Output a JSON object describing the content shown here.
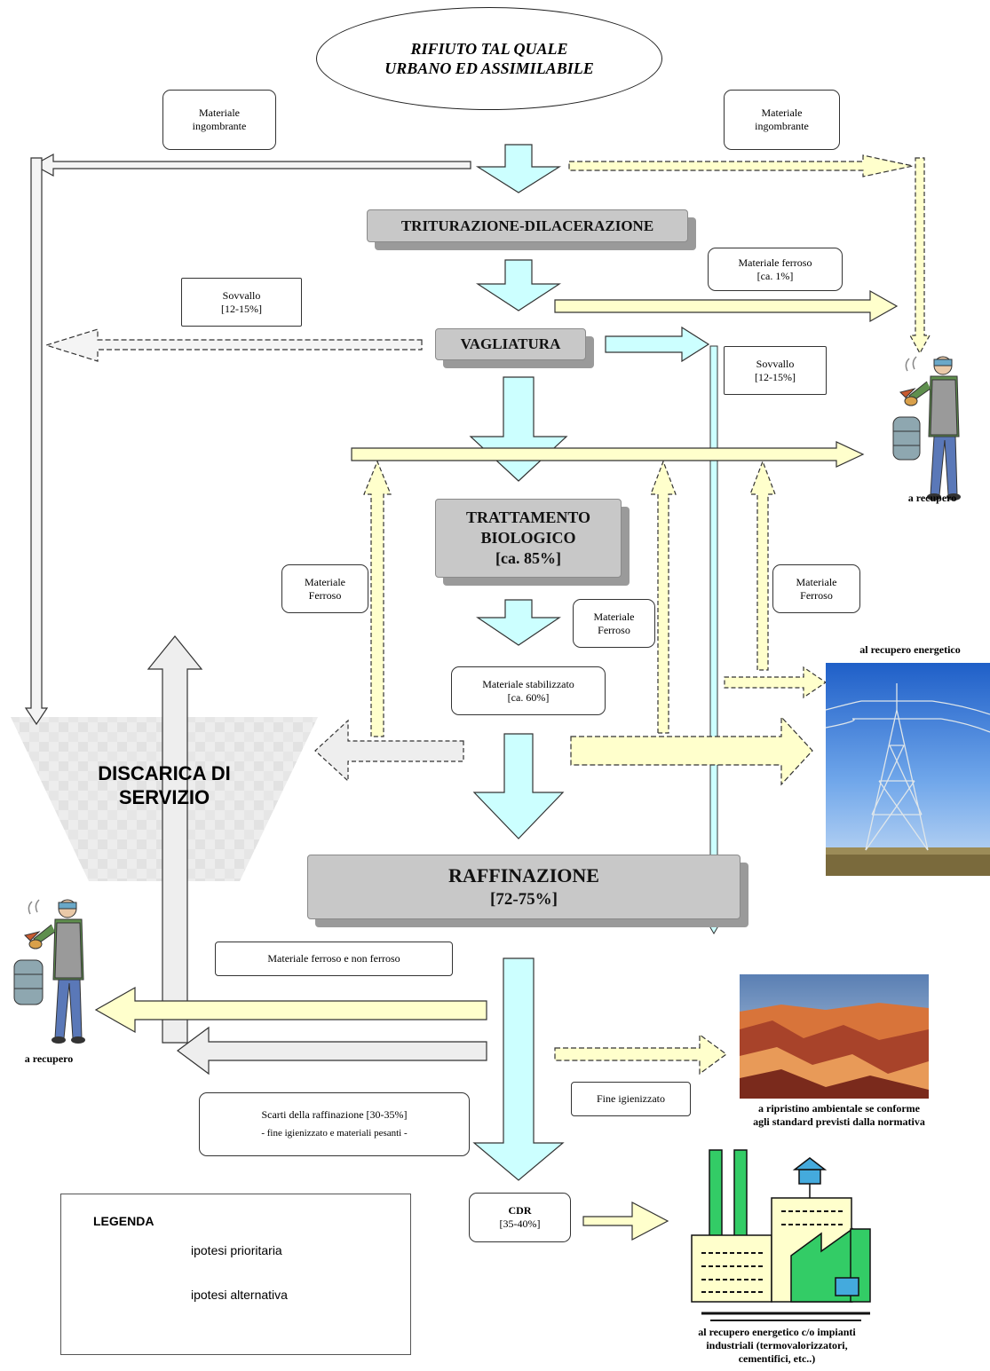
{
  "source": {
    "line1": "RIFIUTO TAL QUALE",
    "line2": "URBANO ED ASSIMILABILE"
  },
  "steps": {
    "trituration": "TRITURAZIONE-DILACERAZIONE",
    "screening": "VAGLIATURA",
    "biological_line1": "TRATTAMENTO",
    "biological_line2": "BIOLOGICO",
    "biological_line3": "[ca. 85%]",
    "refining_line1": "RAFFINAZIONE",
    "refining_line2": "[72-75%]"
  },
  "landfill": {
    "line1": "DISCARICA DI",
    "line2": "SERVIZIO"
  },
  "flows": {
    "bulky_left_1": "Materiale",
    "bulky_left_2": "ingombrante",
    "bulky_right_1": "Materiale",
    "bulky_right_2": "ingombrante",
    "ferrous_1": "Materiale ferroso",
    "ferrous_2": "[ca. 1%]",
    "oversize_left_1": "Sovvallo",
    "oversize_left_2": "[12-15%]",
    "oversize_right_1": "Sovvallo",
    "oversize_right_2": "[12-15%]",
    "ferrous_a_1": "Materiale",
    "ferrous_a_2": "Ferroso",
    "ferrous_b_1": "Materiale",
    "ferrous_b_2": "Ferroso",
    "ferrous_c_1": "Materiale",
    "ferrous_c_2": "Ferroso",
    "stabilized_1": "Materiale stabilizzato",
    "stabilized_2": "[ca. 60%]",
    "ferrous_nonferrous": "Materiale ferroso e non ferroso",
    "fine": "Fine igienizzato",
    "waste_1": "Scarti della raffinazione [30-35%]",
    "waste_2": "- fine igienizzato e materiali pesanti -",
    "cdr_1": "CDR",
    "cdr_2": "[35-40%]"
  },
  "destinations": {
    "recovery_right": "a recupero",
    "recovery_left": "a recupero",
    "energy": "al recupero energetico",
    "env_1": "a ripristino ambientale se conforme",
    "env_2": "agli standard previsti dalla normativa",
    "ind_1": "al recupero energetico c/o impianti",
    "ind_2": "industriali (termovalorizzatori,",
    "ind_3": "cementifici, etc..)"
  },
  "legend": {
    "title": "LEGENDA",
    "primary": "ipotesi prioritaria",
    "alternative": "ipotesi alternativa"
  },
  "colors": {
    "cyan": "#ccffff",
    "yellow": "#ffffcc",
    "grey": "#eeeeee",
    "process": "#c8c8c8",
    "factory": "#33cc66"
  }
}
